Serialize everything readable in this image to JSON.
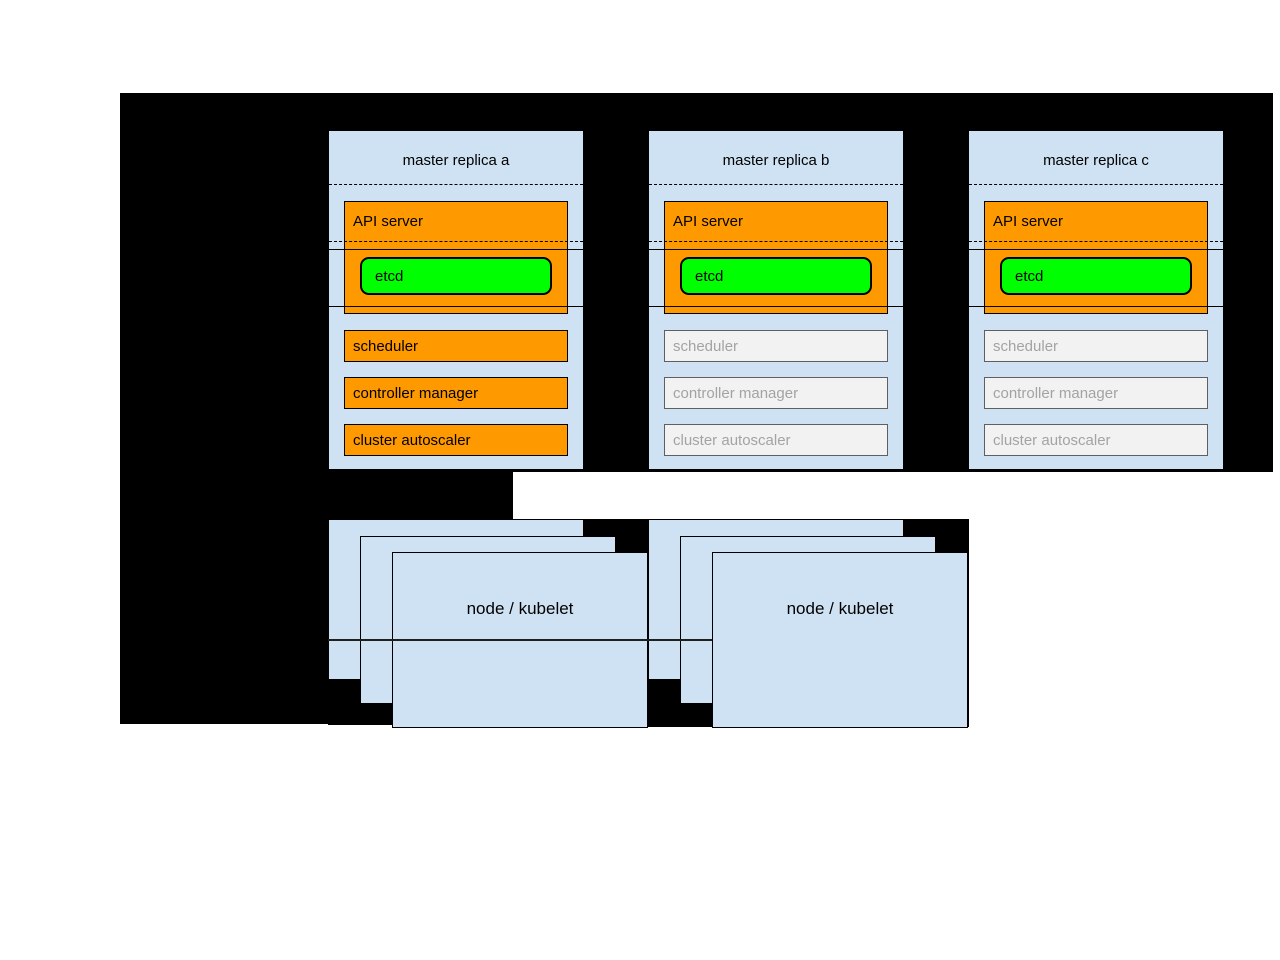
{
  "diagram": {
    "kind": "kubernetes-ha-masters-diagram"
  },
  "colors": {
    "canvas_background": "#000000",
    "page_background": "#ffffff",
    "container_fill": "#cfe2f3",
    "active_component_fill": "#ff9900",
    "etcd_fill": "#00ff00",
    "standby_component_fill": "#f2f2f2",
    "standby_component_text": "#a3a3a3",
    "border": "#000000"
  },
  "replicas": [
    {
      "title": "master replica a",
      "state": "active",
      "components": {
        "api_server": "API server",
        "etcd": "etcd",
        "scheduler": "scheduler",
        "controller_manager": "controller manager",
        "cluster_autoscaler": "cluster autoscaler"
      }
    },
    {
      "title": "master replica b",
      "state": "standby",
      "components": {
        "api_server": "API server",
        "etcd": "etcd",
        "scheduler": "scheduler",
        "controller_manager": "controller manager",
        "cluster_autoscaler": "cluster autoscaler"
      }
    },
    {
      "title": "master replica c",
      "state": "standby",
      "components": {
        "api_server": "API server",
        "etcd": "etcd",
        "scheduler": "scheduler",
        "controller_manager": "controller manager",
        "cluster_autoscaler": "cluster autoscaler"
      }
    }
  ],
  "node_groups": [
    {
      "label": "node / kubelet"
    },
    {
      "label": "node / kubelet"
    }
  ]
}
